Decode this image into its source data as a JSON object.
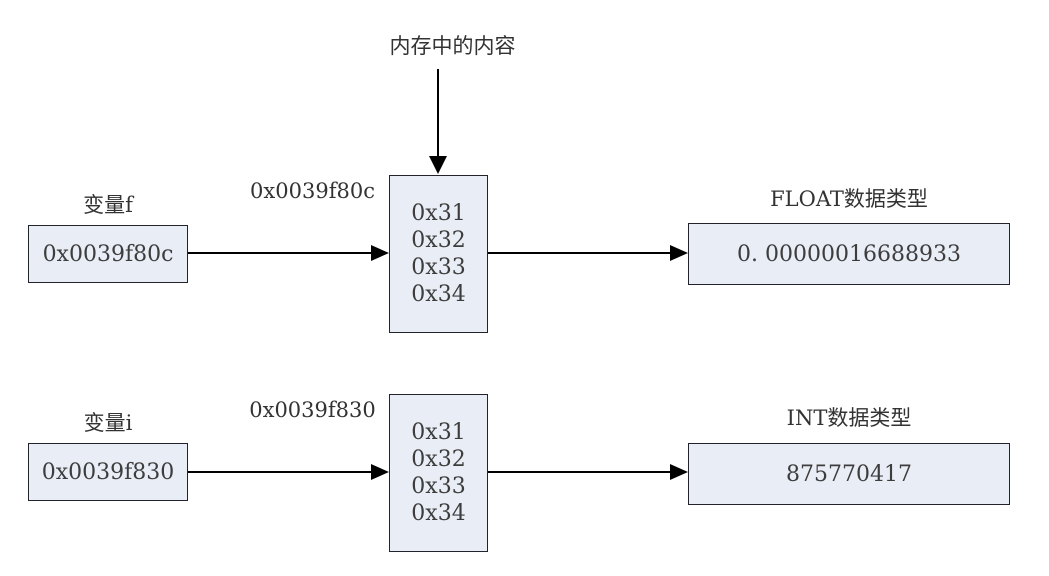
{
  "diagram": {
    "title": "内存中的内容",
    "colors": {
      "box_fill": "#e9edf6",
      "box_border": "#23232b",
      "arrow": "#000000",
      "background": "#ffffff"
    },
    "rows": [
      {
        "var_label": "变量f",
        "var_value": "0x0039f80c",
        "address_label": "0x0039f80c",
        "memory_bytes": [
          "0x31",
          "0x32",
          "0x33",
          "0x34"
        ],
        "type_label": "FLOAT数据类型",
        "type_value": "0. 00000016688933"
      },
      {
        "var_label": "变量i",
        "var_value": "0x0039f830",
        "address_label": "0x0039f830",
        "memory_bytes": [
          "0x31",
          "0x32",
          "0x33",
          "0x34"
        ],
        "type_label": "INT数据类型",
        "type_value": "875770417"
      }
    ]
  }
}
